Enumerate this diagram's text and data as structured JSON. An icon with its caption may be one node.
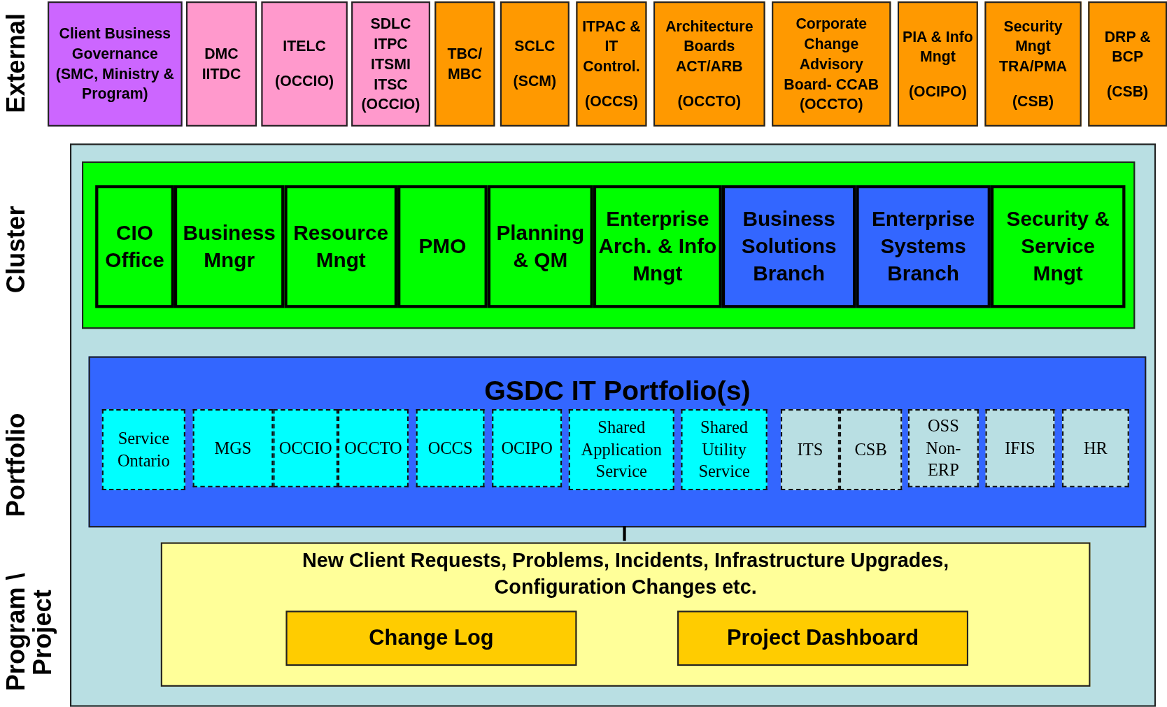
{
  "diagram": {
    "nodes": [
      {
        "text": [
          "Client Business Governance (SMC, Ministry & Program)"
        ]
      },
      {
        "text": [
          "DMC IITDC"
        ]
      },
      {
        "text": [
          "ITELC",
          "(OCCIO)"
        ]
      },
      {
        "text": [
          "SDLC ITPC ITSMI ITSC (OCCIO)"
        ]
      },
      {
        "text": [
          "TBC/ MBC"
        ]
      },
      {
        "text": [
          "SCLC",
          "(SCM)"
        ]
      },
      {
        "text": [
          "ITPAC & IT Control.",
          "(OCCS)"
        ]
      },
      {
        "text": [
          "Architecture Boards ACT/ARB",
          "(OCCTO)"
        ]
      },
      {
        "text": [
          "Corporate Change Advisory Board- CCAB (OCCTO)"
        ]
      },
      {
        "text": [
          "PIA & Info Mngt",
          "(OCIPO)"
        ]
      },
      {
        "text": [
          "Security Mngt TRA/PMA",
          "(CSB)"
        ]
      },
      {
        "text": [
          "DRP & BCP",
          "(CSB)"
        ]
      },
      {
        "text": [],
        "shape": "box"
      },
      {
        "text": [],
        "shape": "box",
        "in": 12
      },
      {
        "text": [
          "CIO Office"
        ],
        "in": 13
      },
      {
        "text": [
          "Business Mngr"
        ],
        "in": 13
      },
      {
        "text": [
          "Resource Mngt"
        ],
        "in": 13
      },
      {
        "text": [
          "PMO"
        ],
        "in": 13
      },
      {
        "text": [
          "Planning & QM"
        ],
        "in": 13
      },
      {
        "text": [
          "Enterprise Arch. & Info Mngt"
        ],
        "in": 13
      },
      {
        "text": [
          "Business Solutions Branch"
        ],
        "in": 13
      },
      {
        "text": [
          "Enterprise Systems Branch"
        ],
        "in": 13
      },
      {
        "text": [
          "Security & Service Mngt"
        ],
        "in": 13
      },
      {
        "text": [
          "GSDC IT Portfolio(s)"
        ],
        "in": 12
      },
      {
        "text": [
          "Service Ontario"
        ],
        "in": 23
      },
      {
        "text": [
          "MGS"
        ],
        "in": 23
      },
      {
        "text": [
          "OCCIO"
        ],
        "in": 23
      },
      {
        "text": [
          "OCCTO"
        ],
        "in": 23
      },
      {
        "text": [
          "OCCS"
        ],
        "in": 23
      },
      {
        "text": [
          "OCIPO"
        ],
        "in": 23
      },
      {
        "text": [
          "Shared Application Service"
        ],
        "in": 23
      },
      {
        "text": [
          "Shared Utility Service"
        ],
        "in": 23
      },
      {
        "text": [
          "ITS"
        ],
        "in": 23
      },
      {
        "text": [
          "CSB"
        ],
        "in": 23
      },
      {
        "text": [
          "OSS Non-ERP"
        ],
        "in": 23
      },
      {
        "text": [
          "IFIS"
        ],
        "in": 23
      },
      {
        "text": [
          "HR"
        ],
        "in": 23
      },
      {
        "text": [
          "New Client Requests, Problems, Incidents, Infrastructure Upgrades, Configuration Changes etc."
        ],
        "in": 12
      },
      {
        "text": [
          "Change Log"
        ],
        "in": 37
      },
      {
        "text": [
          "Project Dashboard"
        ],
        "in": 37
      }
    ],
    "edges": [
      {
        "from": 23,
        "to": 37,
        "arrow": "none"
      }
    ],
    "labels": [
      "External",
      "Cluster",
      "Portfolio",
      "Program \\ Project"
    ]
  }
}
